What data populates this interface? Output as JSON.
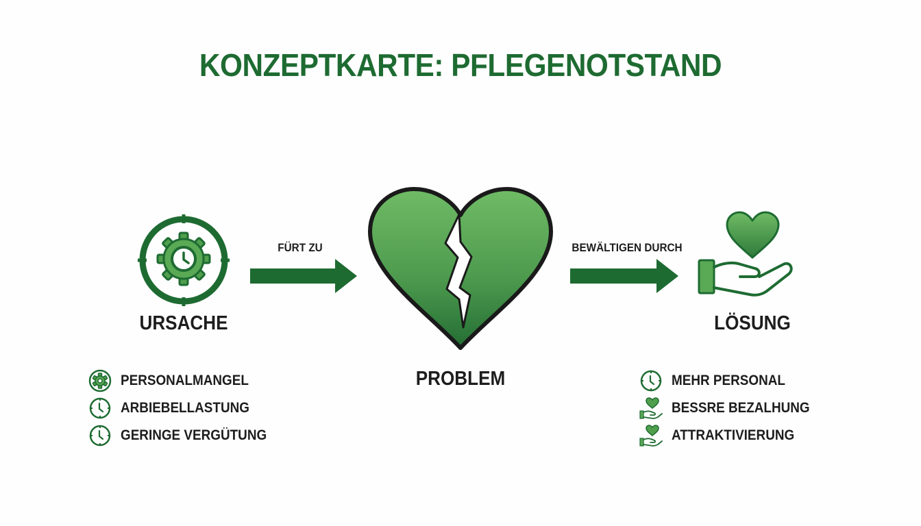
{
  "title": "KONZEPTKARTE: PFLEGENOTSTAND",
  "colors": {
    "brand_green": "#1e6b32",
    "light_green": "#62b05f",
    "mid_green": "#3d8c46"
  },
  "nodes": {
    "cause": {
      "label": "URSACHE",
      "icon": "gear-clock-icon"
    },
    "problem": {
      "label": "PROBLEM",
      "icon": "broken-heart-icon"
    },
    "solution": {
      "label": "LÖSUNG",
      "icon": "heart-in-hand-icon"
    }
  },
  "edges": [
    {
      "from": "cause",
      "to": "problem",
      "label": "FÜRT ZU"
    },
    {
      "from": "problem",
      "to": "solution",
      "label": "BEWÄLTIGEN DURCH"
    }
  ],
  "cause_items": [
    {
      "text": "PERSONALMANGEL",
      "icon": "gear-icon"
    },
    {
      "text": "ARBIEBELLASTUNG",
      "icon": "clock-icon"
    },
    {
      "text": "GERINGE VERGÜTUNG",
      "icon": "clock-icon"
    }
  ],
  "solution_items": [
    {
      "text": "MEHR PERSONAL",
      "icon": "clock-icon"
    },
    {
      "text": "BESSRE BEZALHUNG",
      "icon": "heart-hand-icon"
    },
    {
      "text": "ATTRAKTIVIERUNG",
      "icon": "heart-hand-icon"
    }
  ]
}
